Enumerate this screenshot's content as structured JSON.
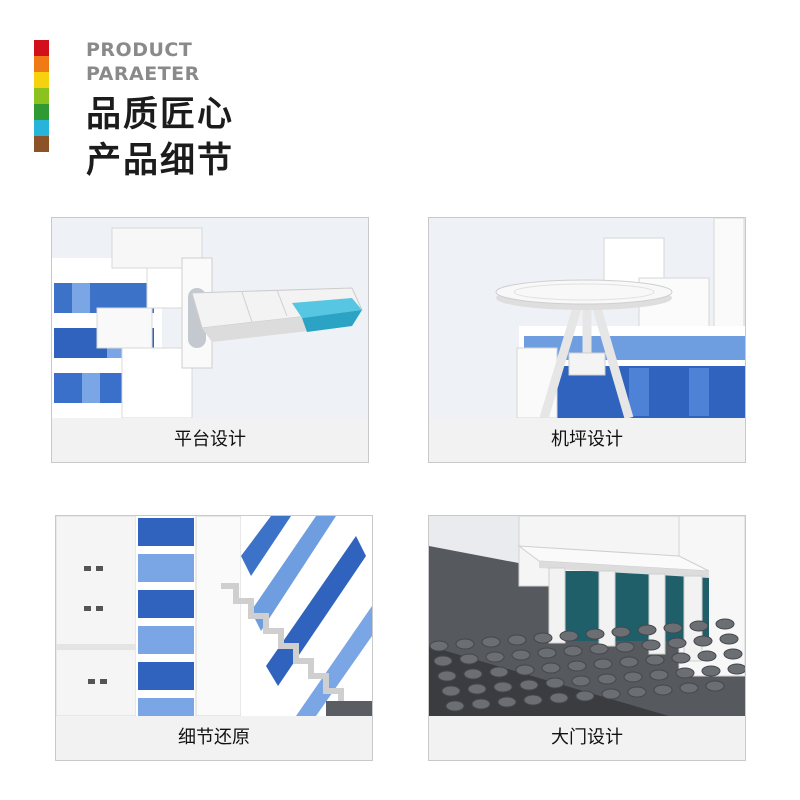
{
  "header": {
    "eyebrow_line1": "PRODUCT",
    "eyebrow_line2": "PARAETER",
    "title_line1": "品质匠心",
    "title_line2": "产品细节"
  },
  "palette": [
    "#d1101b",
    "#f07b16",
    "#f6d10e",
    "#8cc21f",
    "#2f9a34",
    "#28b3d8",
    "#8c5228"
  ],
  "cards": [
    {
      "caption": "平台设计"
    },
    {
      "caption": "机坪设计"
    },
    {
      "caption": "细节还原"
    },
    {
      "caption": "大门设计"
    }
  ]
}
